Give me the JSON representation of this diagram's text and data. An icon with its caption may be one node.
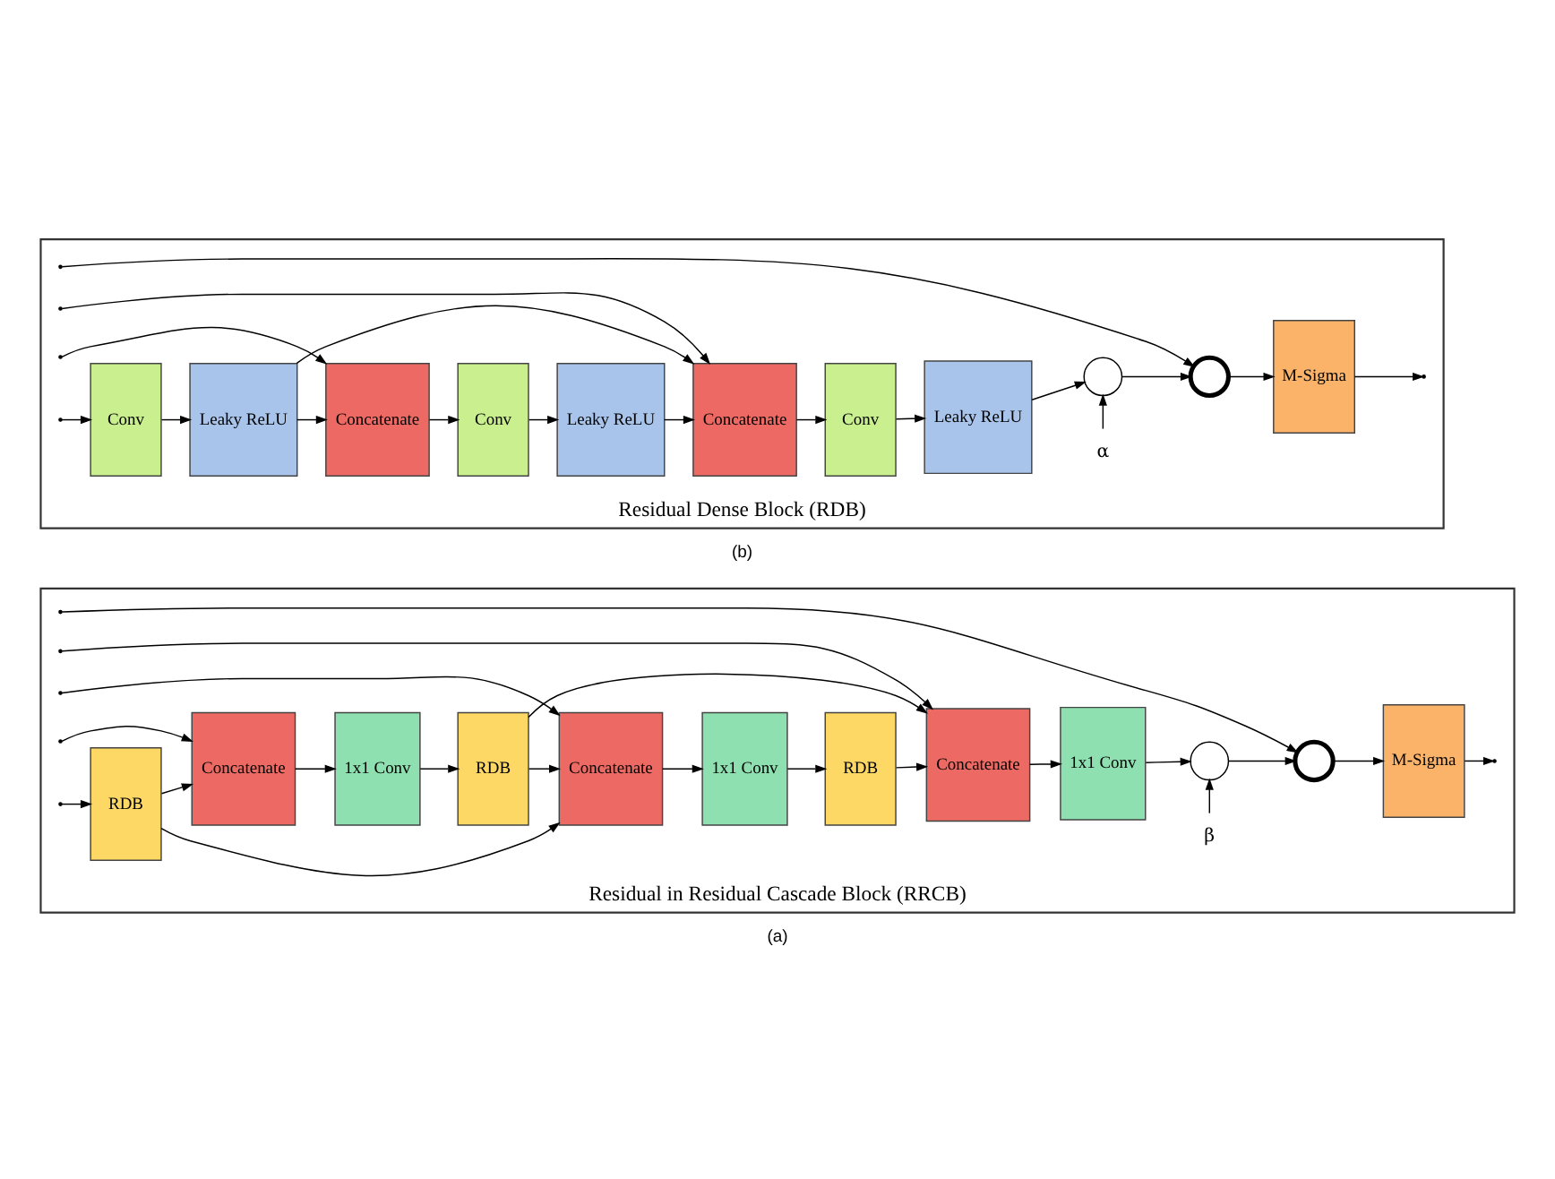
{
  "diagram": {
    "nodes": [
      {
        "text": [
          "Residual in Residual Cascade Block (RRCB)"
        ],
        "beside": [
          "(a)"
        ]
      },
      {
        "text": [
          "RDB"
        ],
        "in": 0
      },
      {
        "text": [
          "Concatenate"
        ],
        "in": 0
      },
      {
        "text": [
          "1x1 Conv"
        ],
        "in": 0
      },
      {
        "text": [
          "RDB"
        ],
        "in": 0
      },
      {
        "text": [
          "Concatenate"
        ],
        "in": 0
      },
      {
        "text": [
          "1x1 Conv"
        ],
        "in": 0
      },
      {
        "text": [
          "RDB"
        ],
        "in": 0
      },
      {
        "text": [
          "Concatenate"
        ],
        "in": 0
      },
      {
        "text": [
          "1x1 Conv"
        ],
        "in": 0
      },
      {
        "text": [],
        "shape": "circle",
        "in": 0
      },
      {
        "text": [
          "β"
        ],
        "in": 0
      },
      {
        "text": [],
        "shape": "circle",
        "in": 0
      },
      {
        "text": [
          "M-Sigma"
        ],
        "in": 0
      },
      {
        "text": [
          "Residual Dense Block (RDB)"
        ],
        "beside": [
          "(b)"
        ]
      },
      {
        "text": [
          "Conv"
        ],
        "in": 14
      },
      {
        "text": [
          "Leaky ReLU"
        ],
        "in": 14
      },
      {
        "text": [
          "Concatenate"
        ],
        "in": 14
      },
      {
        "text": [
          "Conv"
        ],
        "in": 14
      },
      {
        "text": [
          "Leaky ReLU"
        ],
        "in": 14
      },
      {
        "text": [
          "Concatenate"
        ],
        "in": 14
      },
      {
        "text": [
          "Conv"
        ],
        "in": 14
      },
      {
        "text": [
          "Leaky ReLU"
        ],
        "in": 14
      },
      {
        "text": [],
        "shape": "circle",
        "in": 14
      },
      {
        "text": [
          "α"
        ],
        "in": 14
      },
      {
        "text": [],
        "shape": "circle",
        "in": 14
      },
      {
        "text": [
          "M-Sigma"
        ],
        "in": 14
      }
    ],
    "edges": [
      {
        "from": null,
        "to": 1,
        "arrow": "to"
      },
      {
        "from": 1,
        "to": 2,
        "arrow": "to"
      },
      {
        "from": 2,
        "to": 3,
        "arrow": "to"
      },
      {
        "from": 3,
        "to": 4,
        "arrow": "to"
      },
      {
        "from": 4,
        "to": 5,
        "arrow": "to"
      },
      {
        "from": 5,
        "to": 6,
        "arrow": "to"
      },
      {
        "from": 6,
        "to": 7,
        "arrow": "to"
      },
      {
        "from": 7,
        "to": 8,
        "arrow": "to"
      },
      {
        "from": 8,
        "to": 9,
        "arrow": "to"
      },
      {
        "from": 9,
        "to": 10,
        "arrow": "to"
      },
      {
        "from": 11,
        "to": 10,
        "arrow": "to"
      },
      {
        "from": 10,
        "to": 12,
        "arrow": "to"
      },
      {
        "from": 12,
        "to": 13,
        "arrow": "to"
      },
      {
        "from": 13,
        "to": null,
        "arrow": "to"
      },
      {
        "from": null,
        "to": 2,
        "arrow": "to"
      },
      {
        "from": null,
        "to": 5,
        "arrow": "to"
      },
      {
        "from": null,
        "to": 8,
        "arrow": "to"
      },
      {
        "from": null,
        "to": 12,
        "arrow": "to"
      },
      {
        "from": 1,
        "to": 5,
        "arrow": "to"
      },
      {
        "from": 4,
        "to": 8,
        "arrow": "to"
      },
      {
        "from": null,
        "to": 15,
        "arrow": "to"
      },
      {
        "from": 15,
        "to": 16,
        "arrow": "to"
      },
      {
        "from": 16,
        "to": 17,
        "arrow": "to"
      },
      {
        "from": 17,
        "to": 18,
        "arrow": "to"
      },
      {
        "from": 18,
        "to": 19,
        "arrow": "to"
      },
      {
        "from": 19,
        "to": 20,
        "arrow": "to"
      },
      {
        "from": 20,
        "to": 21,
        "arrow": "to"
      },
      {
        "from": 21,
        "to": 22,
        "arrow": "to"
      },
      {
        "from": 22,
        "to": 23,
        "arrow": "to"
      },
      {
        "from": 24,
        "to": 23,
        "arrow": "to"
      },
      {
        "from": 23,
        "to": 25,
        "arrow": "to"
      },
      {
        "from": 25,
        "to": 26,
        "arrow": "to"
      },
      {
        "from": 26,
        "to": null,
        "arrow": "to"
      },
      {
        "from": 16,
        "to": 20,
        "arrow": "to"
      },
      {
        "from": null,
        "to": 17,
        "arrow": "to"
      },
      {
        "from": null,
        "to": 20,
        "arrow": "to"
      },
      {
        "from": null,
        "to": 25,
        "arrow": "to"
      }
    ]
  }
}
